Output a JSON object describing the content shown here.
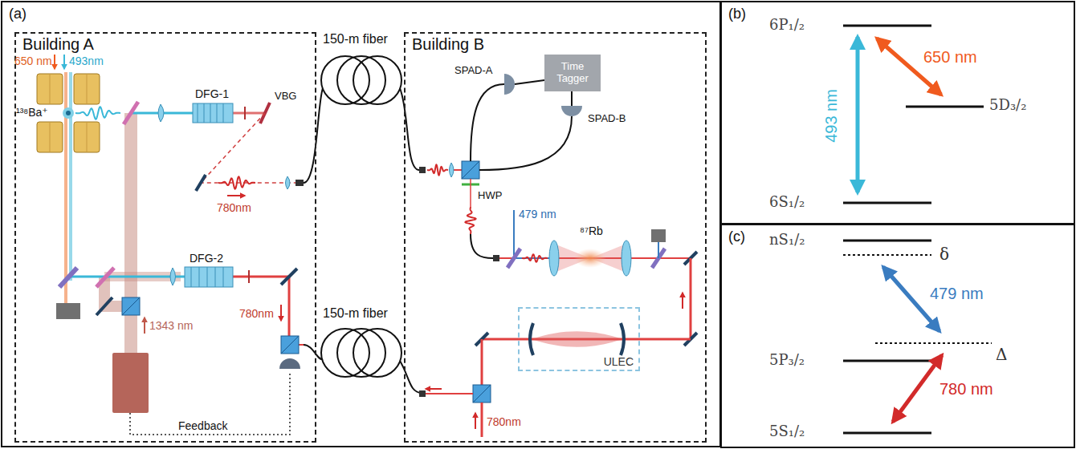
{
  "diagram": {
    "nodes": [
      {
        "text": [
          "(a)"
        ]
      },
      {
        "text": [
          "Building A"
        ],
        "in": 0
      },
      {
        "text": [
          "Building B"
        ],
        "in": 0
      },
      {
        "text": [
          "Time Tagger"
        ],
        "in": 2
      },
      {
        "text": [
          "ULEC"
        ],
        "in": 2
      },
      {
        "text": [
          "(b)"
        ]
      },
      {
        "text": [
          "(c)"
        ]
      }
    ],
    "labels": [
      "650 nm",
      "493nm",
      "¹³⁸Ba⁺",
      "DFG-1",
      "VBG",
      "780nm",
      "DFG-2",
      "780nm",
      "1343 nm",
      "Feedback",
      "150-m fiber",
      "150-m fiber",
      "SPAD-A",
      "SPAD-B",
      "HWP",
      "479 nm",
      "⁸⁷Rb",
      "780nm",
      "6P₁/₂",
      "650 nm",
      "5D₃/₂",
      "493 nm",
      "6S₁/₂",
      "nS₁/₂",
      "δ",
      "479 nm",
      "Δ",
      "5P₃/₂",
      "780 nm",
      "5S₁/₂"
    ]
  }
}
